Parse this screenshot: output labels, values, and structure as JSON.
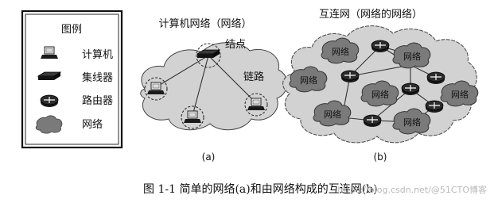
{
  "legend": {
    "title": "图例",
    "items": [
      {
        "label": "计算机",
        "icon": "computer-icon"
      },
      {
        "label": "集线器",
        "icon": "hub-icon"
      },
      {
        "label": "路由器",
        "icon": "router-icon"
      },
      {
        "label": "网络",
        "icon": "network-cloud-icon"
      }
    ]
  },
  "diagram_a": {
    "title": "计算机网络（网络）",
    "node_label": "结点",
    "link_label": "链路",
    "caption": "(a)"
  },
  "diagram_b": {
    "title": "互连网（网络的网络）",
    "network_label": "网络",
    "caption": "(b)"
  },
  "figure_caption": "图 1-1   简单的网络(a)和由网络构成的互连网(b)",
  "watermark": "https://blog.csdn.net/@51CTO博客",
  "colors": {
    "cloud_fill": "#d2d2d2",
    "cloud_stroke": "#444444",
    "small_cloud_fill": "#7a7a7a",
    "device_dark": "#1a1a1a",
    "line": "#333333"
  }
}
